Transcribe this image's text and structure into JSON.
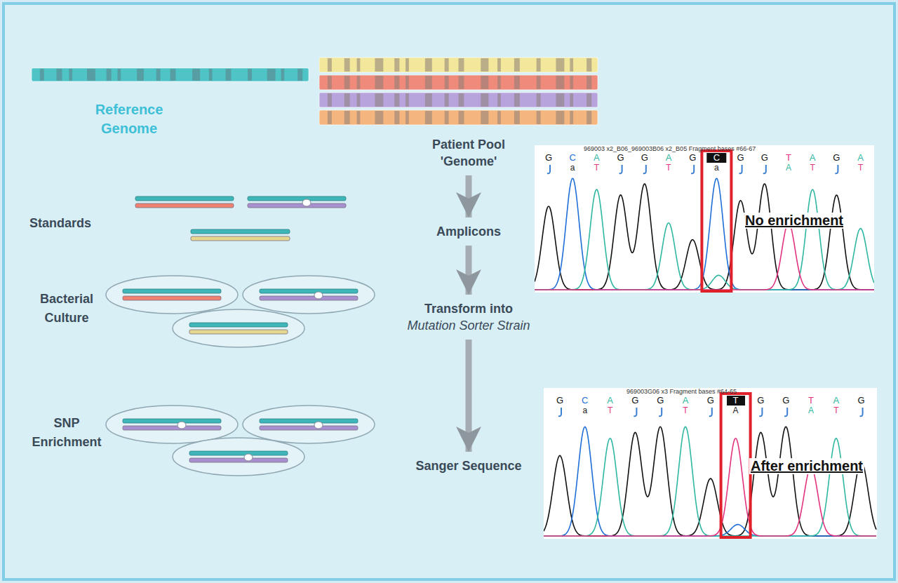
{
  "diagram": {
    "nodes": [
      {
        "text": [
          "Patient Pool 'Genome'"
        ]
      },
      {
        "text": [
          "Amplicons"
        ]
      },
      {
        "text": [
          "Transform into",
          "Mutation Sorter Strain"
        ]
      },
      {
        "text": [
          "Sanger Sequence"
        ]
      },
      {
        "text": [
          "969003 x2_B06_969003B06 x2_B05 Fragment bases #66-67",
          "No enrichment"
        ]
      },
      {
        "text": [
          "969003G06 x3 Fragment bases #64-65",
          "After enrichment"
        ]
      }
    ],
    "edges": [
      {
        "from": 0,
        "to": 1,
        "arrow": "to"
      },
      {
        "from": 1,
        "to": 2,
        "arrow": "to"
      },
      {
        "from": 2,
        "to": 3,
        "arrow": "to"
      }
    ],
    "labels": [
      "Reference Genome",
      "Standards",
      "Bacterial Culture",
      "SNP Enrichment",
      "G",
      "C",
      "A",
      "G",
      "G",
      "A",
      "G",
      "C",
      "G",
      "G",
      "T",
      "A",
      "G",
      "A",
      "a",
      "T",
      "T",
      "a",
      "A",
      "T",
      "T",
      "G",
      "C",
      "A",
      "G",
      "G",
      "A",
      "G",
      "T",
      "G",
      "G",
      "T",
      "A",
      "G",
      "a",
      "T",
      "T",
      "A",
      "A",
      "T"
    ]
  }
}
